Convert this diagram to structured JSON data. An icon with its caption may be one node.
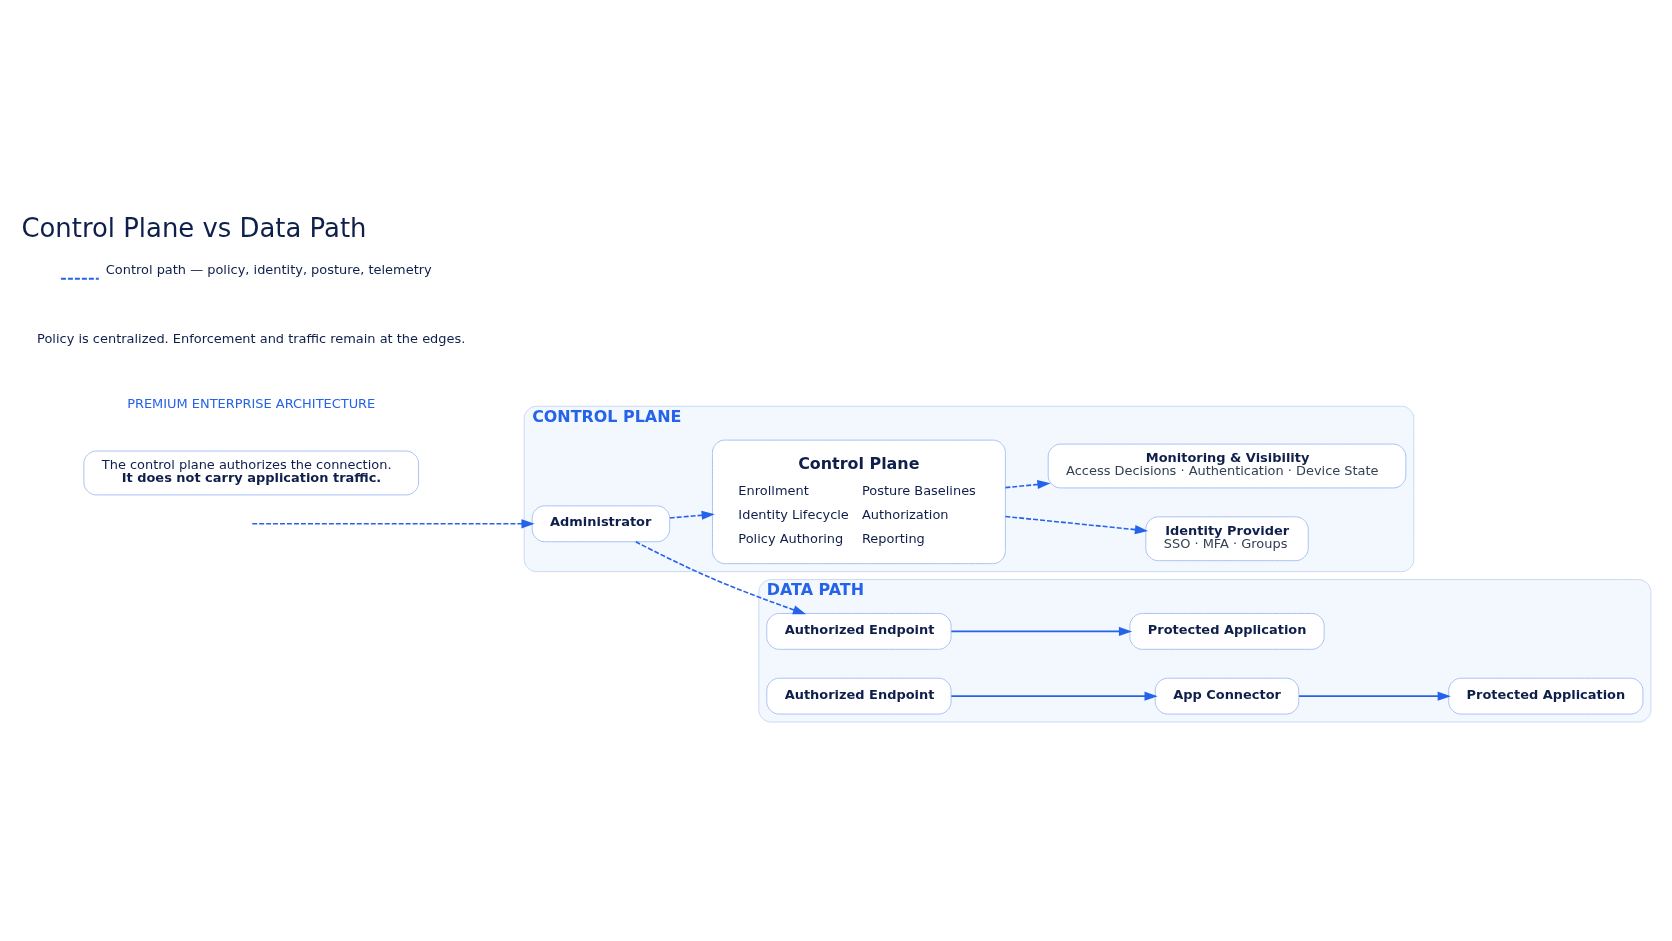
{
  "diagram": {
    "title": "Control Plane vs Data Path",
    "nodes": [
      {
        "text": [
          "CONTROL PLANE"
        ]
      },
      {
        "text": [
          "Administrator"
        ],
        "in": 0
      },
      {
        "text": [
          "Control Plane",
          "Enrollment",
          "Posture Baselines",
          "Identity Lifecycle",
          "Authorization",
          "Policy Authoring",
          "Reporting"
        ],
        "in": 0
      },
      {
        "text": [
          "Identity Provider",
          "SSO · MFA · Groups"
        ],
        "in": 0
      },
      {
        "text": [
          "Monitoring & Visibility",
          "Access Decisions · Authentication · Device State"
        ],
        "in": 0
      },
      {
        "text": [
          "The control plane authorizes the connection.",
          "It does not carry application traffic."
        ]
      },
      {
        "text": [
          "DATA PATH"
        ]
      },
      {
        "text": [
          "Authorized Endpoint"
        ],
        "in": 6
      },
      {
        "text": [
          "Protected Application"
        ],
        "in": 6
      },
      {
        "text": [
          "Authorized Endpoint"
        ],
        "in": 6
      },
      {
        "text": [
          "App Connector"
        ],
        "in": 6
      },
      {
        "text": [
          "Protected Application"
        ],
        "in": 6
      }
    ],
    "edges": [
      {
        "from": null,
        "to": 1,
        "arrow": "to",
        "style": "dashed"
      },
      {
        "from": 1,
        "to": 2,
        "arrow": "to",
        "style": "dashed"
      },
      {
        "from": 2,
        "to": 3,
        "arrow": "to",
        "style": "dashed"
      },
      {
        "from": 2,
        "to": 4,
        "arrow": "to",
        "style": "dashed"
      },
      {
        "from": 1,
        "to": 7,
        "arrow": "to",
        "style": "dashed"
      },
      {
        "from": 7,
        "to": 8,
        "arrow": "to"
      },
      {
        "from": 9,
        "to": 10,
        "arrow": "to"
      },
      {
        "from": 10,
        "to": 11,
        "arrow": "to"
      }
    ],
    "labels": [
      "PREMIUM ENTERPRISE ARCHITECTURE",
      "Policy is centralized. Enforcement and traffic remain at the edges."
    ],
    "legend": [
      {
        "text": "Control path — policy, identity, posture, telemetry"
      }
    ]
  }
}
